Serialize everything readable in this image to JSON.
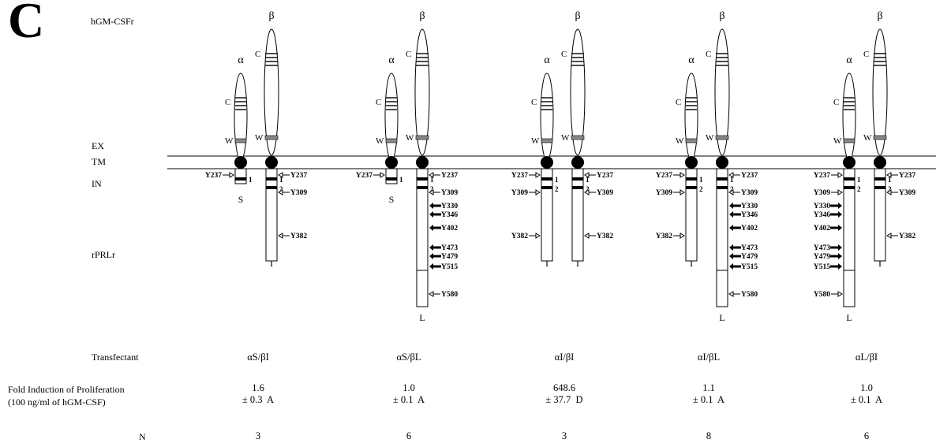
{
  "panel_letter": "C",
  "labels": {
    "receptor_title": "hGM-CSFr",
    "ex": "EX",
    "tm": "TM",
    "in": "IN",
    "rprlr": "rPRLr"
  },
  "chain_labels": {
    "alpha": "α",
    "beta": "β",
    "c": "C",
    "w": "W",
    "box1": "1",
    "box2": "2",
    "short": "S",
    "intermediate": "I",
    "long": "L"
  },
  "row_labels": {
    "transfectant": "Transfectant",
    "fold_line1": "Fold Induction of Proliferation",
    "fold_line2": "(100 ng/ml of hGM-CSF)",
    "n": "N"
  },
  "transfectants": [
    {
      "name": "αS/βI",
      "fold": "1.6",
      "sd": "± 0.3",
      "grp": "A",
      "n": "3",
      "alpha": {
        "form": "S",
        "tyr": [
          "Y237"
        ]
      },
      "beta": {
        "form": "I",
        "tyr": [
          "Y237",
          "Y309",
          "Y382"
        ],
        "solid": []
      }
    },
    {
      "name": "αS/βL",
      "fold": "1.0",
      "sd": "± 0.1",
      "grp": "A",
      "n": "6",
      "alpha": {
        "form": "S",
        "tyr": [
          "Y237"
        ]
      },
      "beta": {
        "form": "L",
        "tyr": [
          "Y237",
          "Y309",
          "Y330",
          "Y346",
          "Y402",
          "Y473",
          "Y479",
          "Y515",
          "Y580"
        ],
        "solid": [
          "Y330",
          "Y346",
          "Y402",
          "Y473",
          "Y479",
          "Y515"
        ]
      }
    },
    {
      "name": "αI/βI",
      "fold": "648.6",
      "sd": "± 37.7",
      "grp": "D",
      "n": "3",
      "alpha": {
        "form": "I",
        "tyr": [
          "Y237",
          "Y309",
          "Y382"
        ],
        "solid": []
      },
      "beta": {
        "form": "I",
        "tyr": [
          "Y237",
          "Y309",
          "Y382"
        ],
        "solid": []
      }
    },
    {
      "name": "αI/βL",
      "fold": "1.1",
      "sd": "± 0.1",
      "grp": "A",
      "n": "8",
      "alpha": {
        "form": "I",
        "tyr": [
          "Y237",
          "Y309",
          "Y382"
        ],
        "solid": []
      },
      "beta": {
        "form": "L",
        "tyr": [
          "Y237",
          "Y309",
          "Y330",
          "Y346",
          "Y402",
          "Y473",
          "Y479",
          "Y515",
          "Y580"
        ],
        "solid": [
          "Y330",
          "Y346",
          "Y402",
          "Y473",
          "Y479",
          "Y515"
        ]
      }
    },
    {
      "name": "αL/βI",
      "fold": "1.0",
      "sd": "± 0.1",
      "grp": "A",
      "n": "6",
      "alpha": {
        "form": "L",
        "tyr": [
          "Y237",
          "Y309",
          "Y330",
          "Y346",
          "Y402",
          "Y473",
          "Y479",
          "Y515",
          "Y580"
        ],
        "solid": [
          "Y330",
          "Y346",
          "Y402",
          "Y473",
          "Y479",
          "Y515"
        ]
      },
      "beta": {
        "form": "I",
        "tyr": [
          "Y237",
          "Y309",
          "Y382"
        ],
        "solid": []
      }
    }
  ]
}
